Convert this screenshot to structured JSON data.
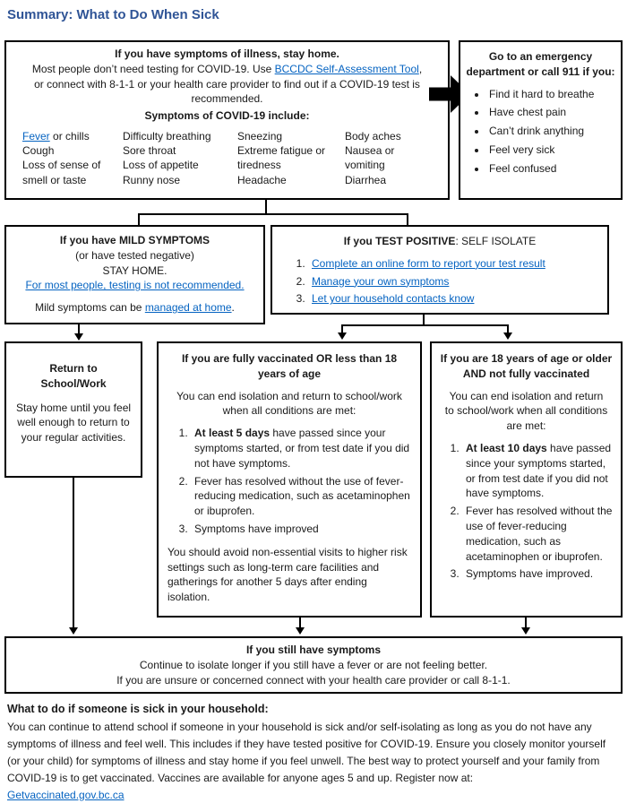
{
  "colors": {
    "title_blue": "#2F5496",
    "link_blue": "#0563C1"
  },
  "page": {
    "title": "Summary: What to Do When Sick"
  },
  "main_box": {
    "heading": "If you have symptoms of illness, stay home.",
    "body_pre_link": "Most people don’t need testing for COVID-19. Use ",
    "body_link": "BCCDC Self-Assessment Tool",
    "body_post_link": ", or connect with 8-1-1 or your health care provider to find out if a COVID-19 test is recommended.",
    "symptoms_heading": "Symptoms of COVID-19 include:",
    "symptoms": {
      "fever_link": "Fever",
      "fever_suffix": " or chills",
      "col1": [
        "Cough",
        "Loss of sense of smell or taste"
      ],
      "col2": [
        "Difficulty breathing",
        "Sore throat",
        "Loss of appetite",
        "Runny nose"
      ],
      "col3": [
        "Sneezing",
        "Extreme fatigue or tiredness",
        "Headache"
      ],
      "col4": [
        "Body aches",
        "Nausea or vomiting",
        "Diarrhea"
      ]
    }
  },
  "emergency_box": {
    "heading": "Go to an emergency department or call 911 if you:",
    "bullets": [
      "Find it hard to breathe",
      "Have chest pain",
      "Can’t drink anything",
      "Feel very sick",
      "Feel confused"
    ]
  },
  "mild_box": {
    "heading": "If you have MILD SYMPTOMS",
    "sub1": "(or have tested negative)",
    "sub2": "STAY HOME.",
    "testing_link": "For most people, testing is not recommended.",
    "bottom_pre": "Mild symptoms can be ",
    "bottom_link": "managed at home",
    "bottom_post": "."
  },
  "positive_box": {
    "heading_bold": "If you TEST POSITIVE",
    "heading_rest": ": SELF ISOLATE",
    "links": [
      "Complete an online form to report your test result",
      "Manage your own symptoms",
      "Let your household contacts know"
    ]
  },
  "return_box": {
    "heading": "Return to School/Work",
    "body": "Stay home until you feel well enough to return to your regular activities."
  },
  "vaccinated_box": {
    "heading": "If you are fully vaccinated OR less than 18 years of age",
    "intro": "You can end isolation and return to school/work when all conditions are met:",
    "item1_bold": "At least 5 days",
    "item1_rest": " have passed since your symptoms started, or from test date if you did not have symptoms.",
    "item2": "Fever has resolved without the use of fever-reducing medication, such as acetaminophen or ibuprofen.",
    "item3": "Symptoms have improved",
    "outro": "You should avoid non-essential visits to higher risk settings such as long-term care facilities and gatherings for another 5 days after ending isolation."
  },
  "unvaccinated_box": {
    "heading": "If you are 18 years of age or older AND not fully vaccinated",
    "intro": "You can end isolation and return to school/work when all conditions are met:",
    "item1_bold": "At least 10 days",
    "item1_rest": " have passed since your symptoms started, or from test date if you did not have symptoms.",
    "item2": "Fever has resolved without the use of fever-reducing medication, such as acetaminophen or ibuprofen.",
    "item3": "Symptoms have improved."
  },
  "final_box": {
    "heading": "If you still have symptoms",
    "line1": "Continue to isolate longer if you still have a fever or are not feeling better.",
    "line2": "If you are unsure or concerned connect with your health care provider or call 8-1-1."
  },
  "household": {
    "heading": "What to do if someone is sick in your household:",
    "body": "You can continue to attend school if someone in your household is sick and/or self-isolating as long as you do not have any symptoms of illness and feel well. This includes if they have tested positive for COVID-19. Ensure you closely monitor yourself (or your child) for symptoms of illness and stay home if you feel unwell. The best way to protect yourself and your family from COVID-19 is to get vaccinated. Vaccines are available for anyone ages 5 and up. Register now at:",
    "link": "Getvaccinated.gov.bc.ca"
  }
}
